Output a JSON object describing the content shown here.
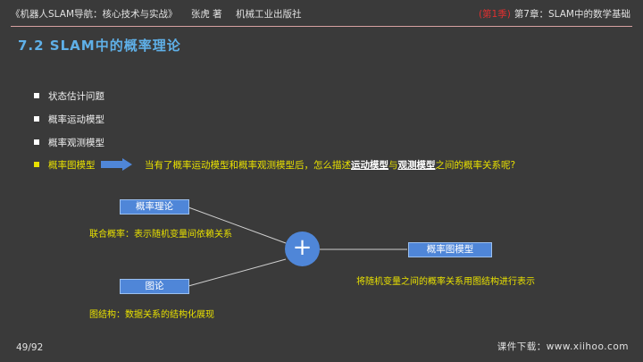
{
  "header": {
    "book_title": "《机器人SLAM导航：核心技术与实战》",
    "author": "张虎 著",
    "publisher": "机械工业出版社",
    "season": "(第1季)",
    "chapter": "第7章：SLAM中的数学基础"
  },
  "slide_title": "7.2 SLAM中的概率理论",
  "bullets": [
    {
      "label": "状态估计问题"
    },
    {
      "label": "概率运动模型"
    },
    {
      "label": "概率观测模型"
    },
    {
      "label": "概率图模型"
    }
  ],
  "question": {
    "before": "当有了概率运动模型和概率观测模型后，怎么描述",
    "term1": "运动模型",
    "join": "与",
    "term2": "观测模型",
    "after": "之间的概率关系呢?"
  },
  "diagram": {
    "box_probability": "概率理论",
    "caption_probability": "联合概率：表示随机变量间依赖关系",
    "box_graph": "图论",
    "caption_graph": "图结构：数据关系的结构化展现",
    "plus_symbol": "+",
    "box_result": "概率图模型",
    "caption_result": "将随机变量之间的概率关系用图结构进行表示"
  },
  "footer": {
    "page": "49/92",
    "download": "课件下载：www.xiihoo.com"
  },
  "colors": {
    "accent_blue": "#4f86d8",
    "title_blue": "#5fb0e8",
    "highlight_yellow": "#e8e000",
    "season_red": "#e03030"
  }
}
